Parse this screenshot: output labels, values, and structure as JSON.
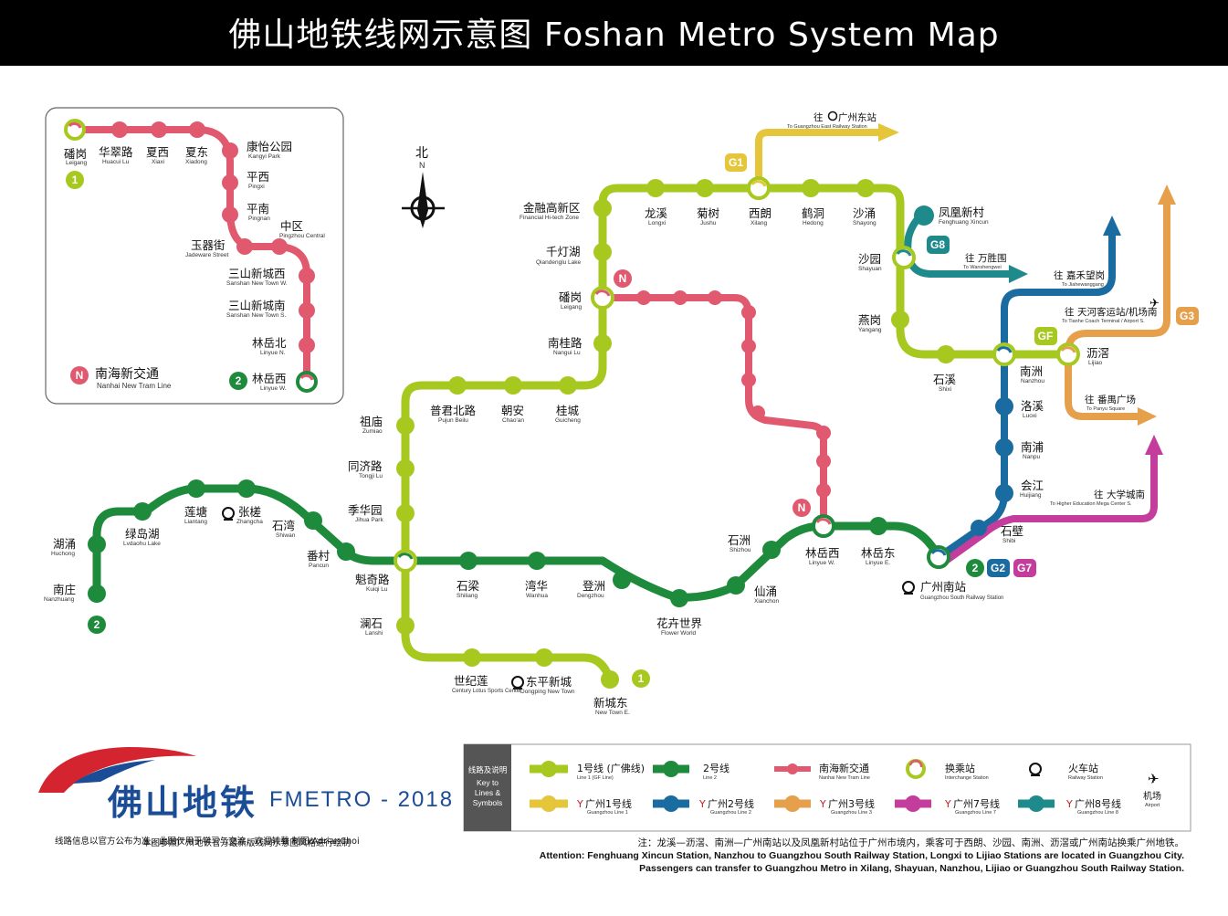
{
  "header": {
    "title": "佛山地铁线网示意图   Foshan Metro System Map"
  },
  "compass": {
    "zh": "北",
    "en": "N"
  },
  "colors": {
    "line1": "#a7c91f",
    "line2": "#1e8a3c",
    "tram": "#e0596e",
    "gz1": "#e5c63a",
    "gz2": "#1a6ca0",
    "gz3": "#e6a04b",
    "gz7": "#c43c9c",
    "gz8": "#1e8a8c"
  },
  "badges": {
    "l1_north": "1",
    "l1_south": "1",
    "l2_west": "2",
    "l2_east": "2",
    "g1": "G1",
    "g8": "G8",
    "gf": "GF",
    "g3": "G3",
    "g2": "G2",
    "g7": "G7",
    "tram_a": "N",
    "tram_b": "N",
    "inset_1": "1",
    "inset_2": "2",
    "inset_n": "N"
  },
  "inset": {
    "stations": [
      {
        "zh": "磻岗",
        "en": "Leigang"
      },
      {
        "zh": "华翠路",
        "en": "Huacui Lu"
      },
      {
        "zh": "夏西",
        "en": "Xiaxi"
      },
      {
        "zh": "夏东",
        "en": "Xiadong"
      },
      {
        "zh": "康怡公园",
        "en": "Kangyi Park"
      },
      {
        "zh": "平西",
        "en": "Pingxi"
      },
      {
        "zh": "平南",
        "en": "Pingnan"
      },
      {
        "zh": "中区",
        "en": "Pingzhou Central"
      },
      {
        "zh": "玉器街",
        "en": "Jadeware Street"
      },
      {
        "zh": "三山新城西",
        "en": "Sanshan New Town W."
      },
      {
        "zh": "三山新城南",
        "en": "Sanshan New Town S."
      },
      {
        "zh": "林岳北",
        "en": "Linyue N."
      },
      {
        "zh": "林岳西",
        "en": "Linyue W."
      }
    ],
    "tram_label": {
      "zh": "南海新交通",
      "en": "Nanhai New Tram Line"
    }
  },
  "stations": [
    {
      "zh": "金融高新区",
      "en": "Financial Hi-tech Zone"
    },
    {
      "zh": "千灯湖",
      "en": "Qiandenglu Lake"
    },
    {
      "zh": "磻岗",
      "en": "Leigang"
    },
    {
      "zh": "南桂路",
      "en": "Nangui Lu"
    },
    {
      "zh": "桂城",
      "en": "Guicheng"
    },
    {
      "zh": "朝安",
      "en": "Chao'an"
    },
    {
      "zh": "普君北路",
      "en": "Pujun Beilu"
    },
    {
      "zh": "祖庙",
      "en": "Zumiao"
    },
    {
      "zh": "同济路",
      "en": "Tongji Lu"
    },
    {
      "zh": "季华园",
      "en": "Jihua Park"
    },
    {
      "zh": "魁奇路",
      "en": "Kuiqi Lu"
    },
    {
      "zh": "澜石",
      "en": "Lanshi"
    },
    {
      "zh": "世纪莲",
      "en": "Century Lotus Sports Center"
    },
    {
      "zh": "东平新城",
      "en": "Dongping New Town"
    },
    {
      "zh": "新城东",
      "en": "New Town E."
    },
    {
      "zh": "龙溪",
      "en": "Longxi"
    },
    {
      "zh": "菊树",
      "en": "Jushu"
    },
    {
      "zh": "西朗",
      "en": "Xilang"
    },
    {
      "zh": "鹤洞",
      "en": "Hedong"
    },
    {
      "zh": "沙涌",
      "en": "Shayong"
    },
    {
      "zh": "沙园",
      "en": "Shayuan"
    },
    {
      "zh": "燕岗",
      "en": "Yangang"
    },
    {
      "zh": "石溪",
      "en": "Shixi"
    },
    {
      "zh": "南洲",
      "en": "Nanzhou"
    },
    {
      "zh": "沥滘",
      "en": "Lijiao"
    },
    {
      "zh": "凤凰新村",
      "en": "Fenghuang Xincun"
    },
    {
      "zh": "洛溪",
      "en": "Luoxi"
    },
    {
      "zh": "南浦",
      "en": "Nanpu"
    },
    {
      "zh": "会江",
      "en": "Huijiang"
    },
    {
      "zh": "石壁",
      "en": "Shibi"
    },
    {
      "zh": "广州南站",
      "en": "Guangzhou South Railway Station"
    },
    {
      "zh": "林岳东",
      "en": "Linyue E."
    },
    {
      "zh": "林岳西",
      "en": "Linyue W."
    },
    {
      "zh": "石洲",
      "en": "Shizhou"
    },
    {
      "zh": "仙涌",
      "en": "Xianchon"
    },
    {
      "zh": "花卉世界",
      "en": "Flower World"
    },
    {
      "zh": "登洲",
      "en": "Dengzhou"
    },
    {
      "zh": "湾华",
      "en": "Wanhua"
    },
    {
      "zh": "石梁",
      "en": "Shiliang"
    },
    {
      "zh": "番村",
      "en": "Pancun"
    },
    {
      "zh": "石湾",
      "en": "Shiwan"
    },
    {
      "zh": "张槎",
      "en": "Zhangcha"
    },
    {
      "zh": "莲塘",
      "en": "Liantang"
    },
    {
      "zh": "绿岛湖",
      "en": "Lvdaohu Lake"
    },
    {
      "zh": "湖涌",
      "en": "Huchong"
    },
    {
      "zh": "南庄",
      "en": "Nanzhuang"
    }
  ],
  "directions": [
    {
      "prefix": "往",
      "zh": "广州东站",
      "en": "To Guangzhou East Railway Station"
    },
    {
      "prefix": "往",
      "zh": "万胜围",
      "en": "To Wanshengwei"
    },
    {
      "prefix": "往",
      "zh": "嘉禾望岗",
      "en": "To Jiahewanggang"
    },
    {
      "prefix": "往",
      "zh": "天河客运站/机场南",
      "en": "To Tianhe Coach Terminal / Airport S."
    },
    {
      "prefix": "往",
      "zh": "番禺广场",
      "en": "To Panyu Square"
    },
    {
      "prefix": "往",
      "zh": "大学城南",
      "en": "To Higher Education Mega Center S."
    }
  ],
  "legend": {
    "title_zh": "线路及说明",
    "title_en": [
      "Key to",
      "Lines &",
      "Symbols"
    ],
    "items": [
      {
        "zh": "1号线 (广佛线)",
        "en": "Line 1 (GF Line)"
      },
      {
        "zh": "2号线",
        "en": "Line 2"
      },
      {
        "zh": "南海新交通",
        "en": "Nanhai New Tram Line"
      },
      {
        "zh": "换乘站",
        "en": "Interchange Station"
      },
      {
        "zh": "火车站",
        "en": "Railway Station"
      },
      {
        "zh": "广州1号线",
        "en": "Guangzhou Line 1"
      },
      {
        "zh": "广州2号线",
        "en": "Guangzhou Line 2"
      },
      {
        "zh": "广州3号线",
        "en": "Guangzhou Line 3"
      },
      {
        "zh": "广州7号线",
        "en": "Guangzhou Line 7"
      },
      {
        "zh": "广州8号线",
        "en": "Guangzhou Line 8"
      },
      {
        "zh": "机场",
        "en": "Airport"
      }
    ]
  },
  "brand": {
    "name": "佛山地铁",
    "sub": "FMETRO - 2018",
    "credit1": "本图参照广州地铁官方最新版线网示意图风格进行绘制",
    "credit2": "线路信息以官方公布为准，此图仅用于学习与交流，欢迎转载  制图/AdrianChoi"
  },
  "note": {
    "zh": "注：龙溪—沥滘、南洲—广州南站以及凤凰新村站位于广州市境内，乘客可于西朗、沙园、南洲、沥滘或广州南站换乘广州地铁。",
    "en1": "Attention:  Fenghuang Xincun Station, Nanzhou to Guangzhou South Railway Station, Longxi to Lijiao Stations are located in Guangzhou City.",
    "en2": "Passengers can transfer to Guangzhou Metro in Xilang, Shayuan, Nanzhou, Lijiao or Guangzhou South Railway Station."
  }
}
